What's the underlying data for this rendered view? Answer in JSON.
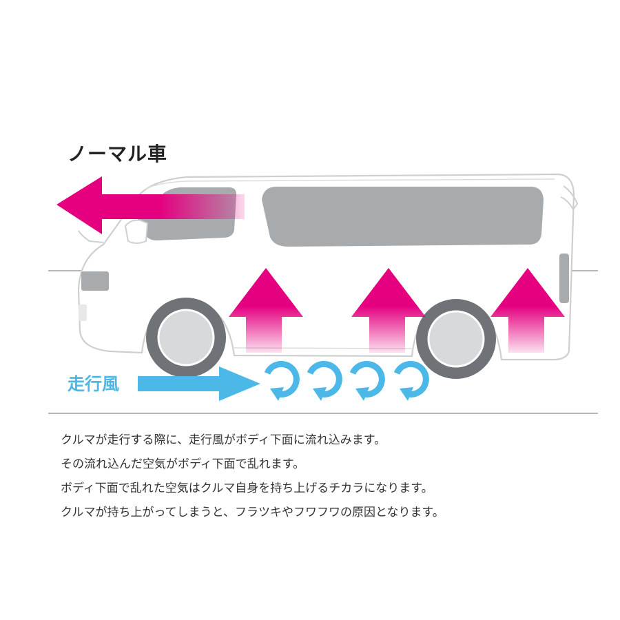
{
  "title": "ノーマル車",
  "wind_label": "走行風",
  "description_lines": [
    "クルマが走行する際に、走行風がボディ下面に流れ込みます。",
    "その流れ込んだ空気がボディ下面で乱れます。",
    "ボディ下面で乱れた空気はクルマ自身を持ち上げるチカラになります。",
    "クルマが持ち上がってしまうと、フラツキやフワフワの原因となります。"
  ],
  "colors": {
    "magenta": "#e4007f",
    "wind_blue": "#4bb8e8",
    "window_gray": "#a7abae",
    "tire_gray": "#6f7377",
    "line_gray": "#888888",
    "outline": "#cfcfcf",
    "text": "#333333"
  },
  "lift_arrow_count": 3,
  "turbulence_swirl_count": 4
}
